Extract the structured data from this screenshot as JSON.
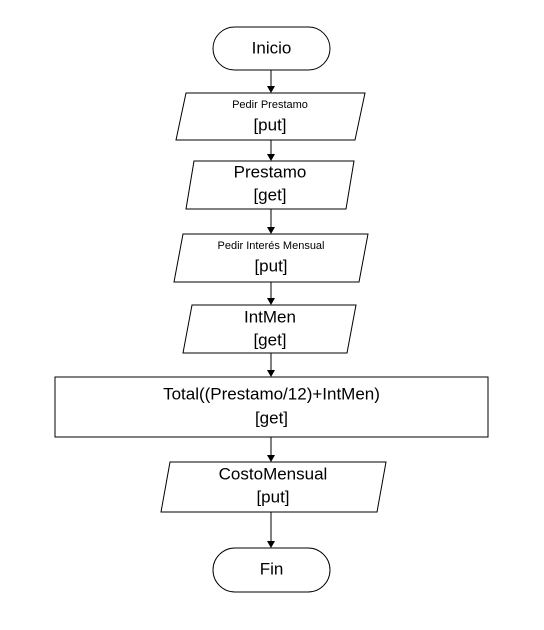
{
  "flowchart": {
    "start": {
      "label": "Inicio"
    },
    "steps": [
      {
        "id": "pedir-prestamo",
        "shape": "parallelogram",
        "line1": "Pedir Prestamo",
        "line2": "[put]"
      },
      {
        "id": "prestamo",
        "shape": "parallelogram",
        "line1": "Prestamo",
        "line2": "[get]"
      },
      {
        "id": "pedir-interes",
        "shape": "parallelogram",
        "line1": "Pedir Interés Mensual",
        "line2": "[put]"
      },
      {
        "id": "intmen",
        "shape": "parallelogram",
        "line1": "IntMen",
        "line2": "[get]"
      },
      {
        "id": "total",
        "shape": "rectangle",
        "line1": "Total((Prestamo/12)+IntMen)",
        "line2": "[get]"
      },
      {
        "id": "costo-mensual",
        "shape": "parallelogram",
        "line1": "CostoMensual",
        "line2": "[put]"
      }
    ],
    "end": {
      "label": "Fin"
    }
  }
}
